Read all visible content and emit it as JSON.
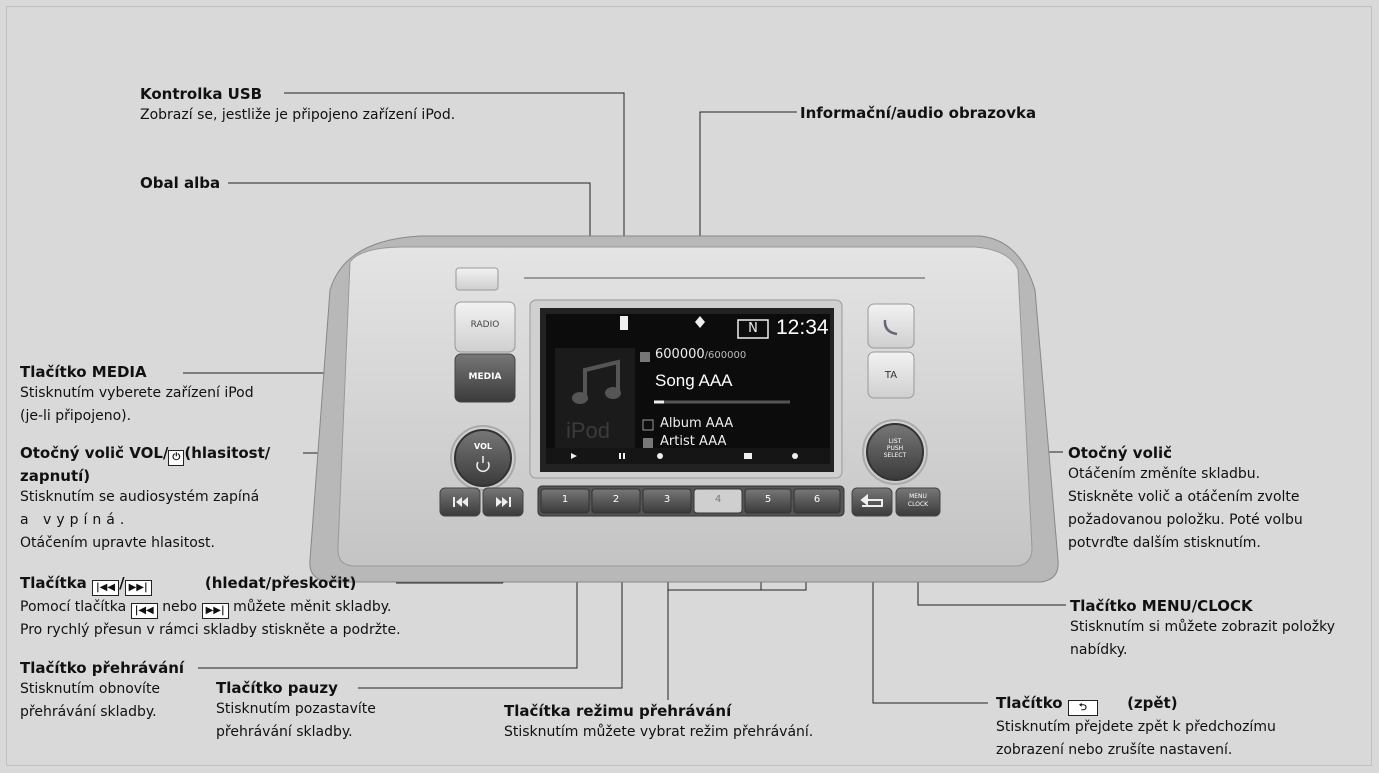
{
  "callouts": {
    "usb": {
      "title": "Kontrolka USB",
      "lines": [
        "Zobrazí se, jestliže je připojeno zařízení iPod."
      ]
    },
    "album_art": {
      "title": "Obal alba"
    },
    "display": {
      "title": "Informační/audio obrazovka"
    },
    "media": {
      "title": "Tlačítko MEDIA",
      "lines": [
        "Stisknutím vyberete zařízení iPod",
        "(je-li připojeno)."
      ]
    },
    "vol": {
      "title_a": "Otočný volič VOL/",
      "title_b": "(hlasitost/",
      "title_c": "zapnutí)",
      "lines": [
        "Stisknutím se audiosystém zapíná",
        "a vypíná.",
        "Otáčením upravte hlasitost."
      ]
    },
    "seek": {
      "title_a": "Tlačítka",
      "title_b": "(hledat/přeskočit)",
      "line1_a": "Pomocí tlačítka",
      "line1_b": "nebo",
      "line1_c": "můžete měnit skladby.",
      "line2": "Pro rychlý přesun v rámci skladby stiskněte a podržte."
    },
    "play": {
      "title": "Tlačítko přehrávání",
      "lines": [
        "Stisknutím obnovíte",
        "přehrávání skladby."
      ]
    },
    "pause": {
      "title": "Tlačítko pauzy",
      "lines": [
        "Stisknutím pozastavíte",
        "přehrávání skladby."
      ]
    },
    "mode": {
      "title": "Tlačítka režimu přehrávání",
      "lines": [
        "Stisknutím můžete vybrat režim přehrávání."
      ]
    },
    "knob": {
      "title": "Otočný volič",
      "lines": [
        "Otáčením změníte skladbu.",
        "Stiskněte volič a otáčením zvolte",
        "požadovanou položku. Poté volbu",
        "potvrďte dalším stisknutím."
      ]
    },
    "menu": {
      "title": "Tlačítko MENU/CLOCK",
      "lines": [
        "Stisknutím si můžete zobrazit položky",
        "nabídky."
      ]
    },
    "back": {
      "title_a": "Tlačítko",
      "title_b": "(zpět)",
      "lines": [
        "Stisknutím přejdete zpět k předchozímu",
        "zobrazení nebo zrušíte nastavení."
      ]
    }
  },
  "unit": {
    "buttons": {
      "radio": "RADIO",
      "media": "MEDIA",
      "ta": "TA",
      "vol": "VOL",
      "list": "LIST",
      "push": "PUSH",
      "select": "SELECT",
      "menu": "MENU",
      "clock": "CLOCK"
    },
    "presets": [
      "1",
      "2",
      "3",
      "4",
      "5",
      "6"
    ],
    "screen": {
      "band": "N",
      "clock": "12:34",
      "track_counter": "600000",
      "track_total": "/600000",
      "song": "Song AAA",
      "album": "Album AAA",
      "artist": "Artist AAA",
      "source_watermark": "iPod"
    }
  }
}
